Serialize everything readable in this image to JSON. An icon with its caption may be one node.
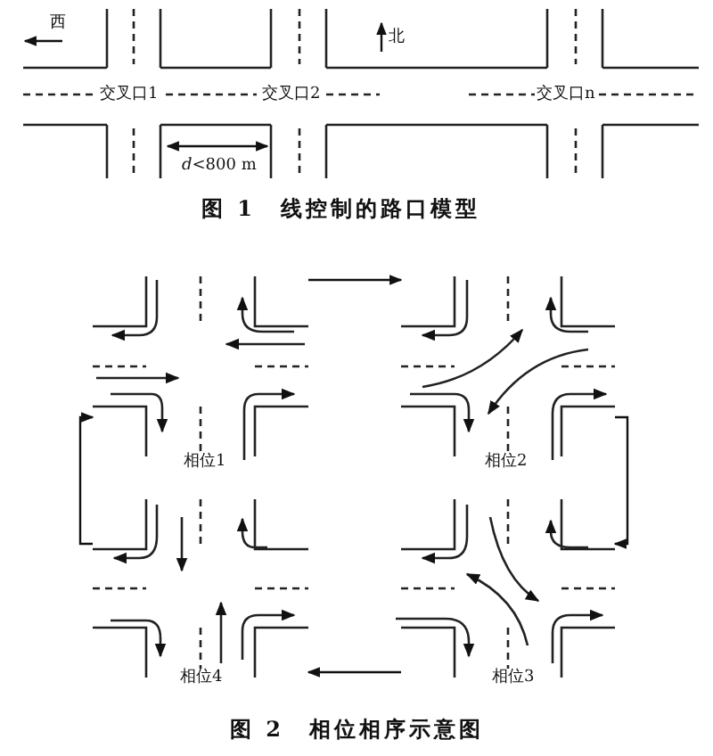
{
  "diagram": {
    "nodes": [
      {
        "text": [
          "相位1"
        ]
      },
      {
        "text": [
          "相位2"
        ]
      },
      {
        "text": [
          "相位4"
        ]
      },
      {
        "text": [
          "相位3"
        ]
      }
    ],
    "edges": [
      {
        "from": 0,
        "to": 1,
        "arrow": "to"
      },
      {
        "from": 1,
        "to": 3,
        "arrow": "to"
      },
      {
        "from": 3,
        "to": 2,
        "arrow": "to"
      },
      {
        "from": 2,
        "to": 0,
        "arrow": "to"
      }
    ],
    "labels": [
      "西",
      "北",
      "交叉口1",
      "交叉口2",
      "交叉口n",
      "*d*<800 m",
      "图 1　线控制的路口模型",
      "图 2　相位相序示意图"
    ]
  }
}
